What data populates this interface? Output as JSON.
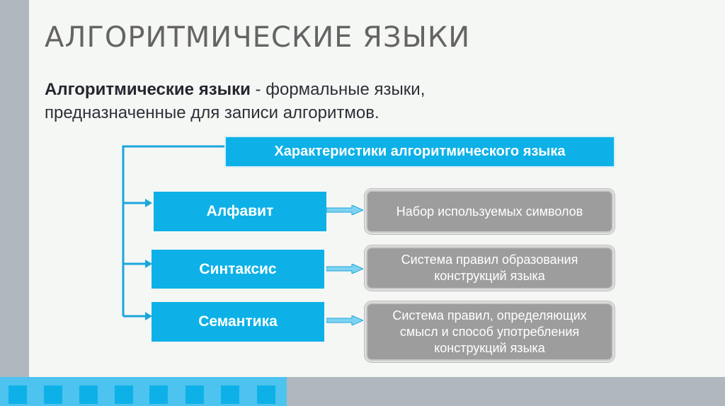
{
  "slide": {
    "title": "АЛГОРИТМИЧЕСКИЕ ЯЗЫКИ",
    "definition": {
      "term": "Алгоритмические языки",
      "rest_line1": " - формальные языки,",
      "line2": "предназначенные для записи алгоритмов."
    }
  },
  "diagram": {
    "header": "Характеристики алгоритмического языка",
    "items": [
      {
        "label": "Алфавит",
        "description": "Набор используемых символов"
      },
      {
        "label": "Синтаксис",
        "description": "Система правил образования конструкций языка"
      },
      {
        "label": "Семантика",
        "description": "Система правил, определяющих смысл и способ употребления конструкций языка"
      }
    ]
  },
  "colors": {
    "accent": "#0db1e7",
    "gray_box": "#9d9d9d",
    "title": "#646464",
    "side_bar": "#b1b7bf",
    "bottom_blue": "#4dc3ef"
  },
  "footer": {
    "decorative_squares": 8
  }
}
